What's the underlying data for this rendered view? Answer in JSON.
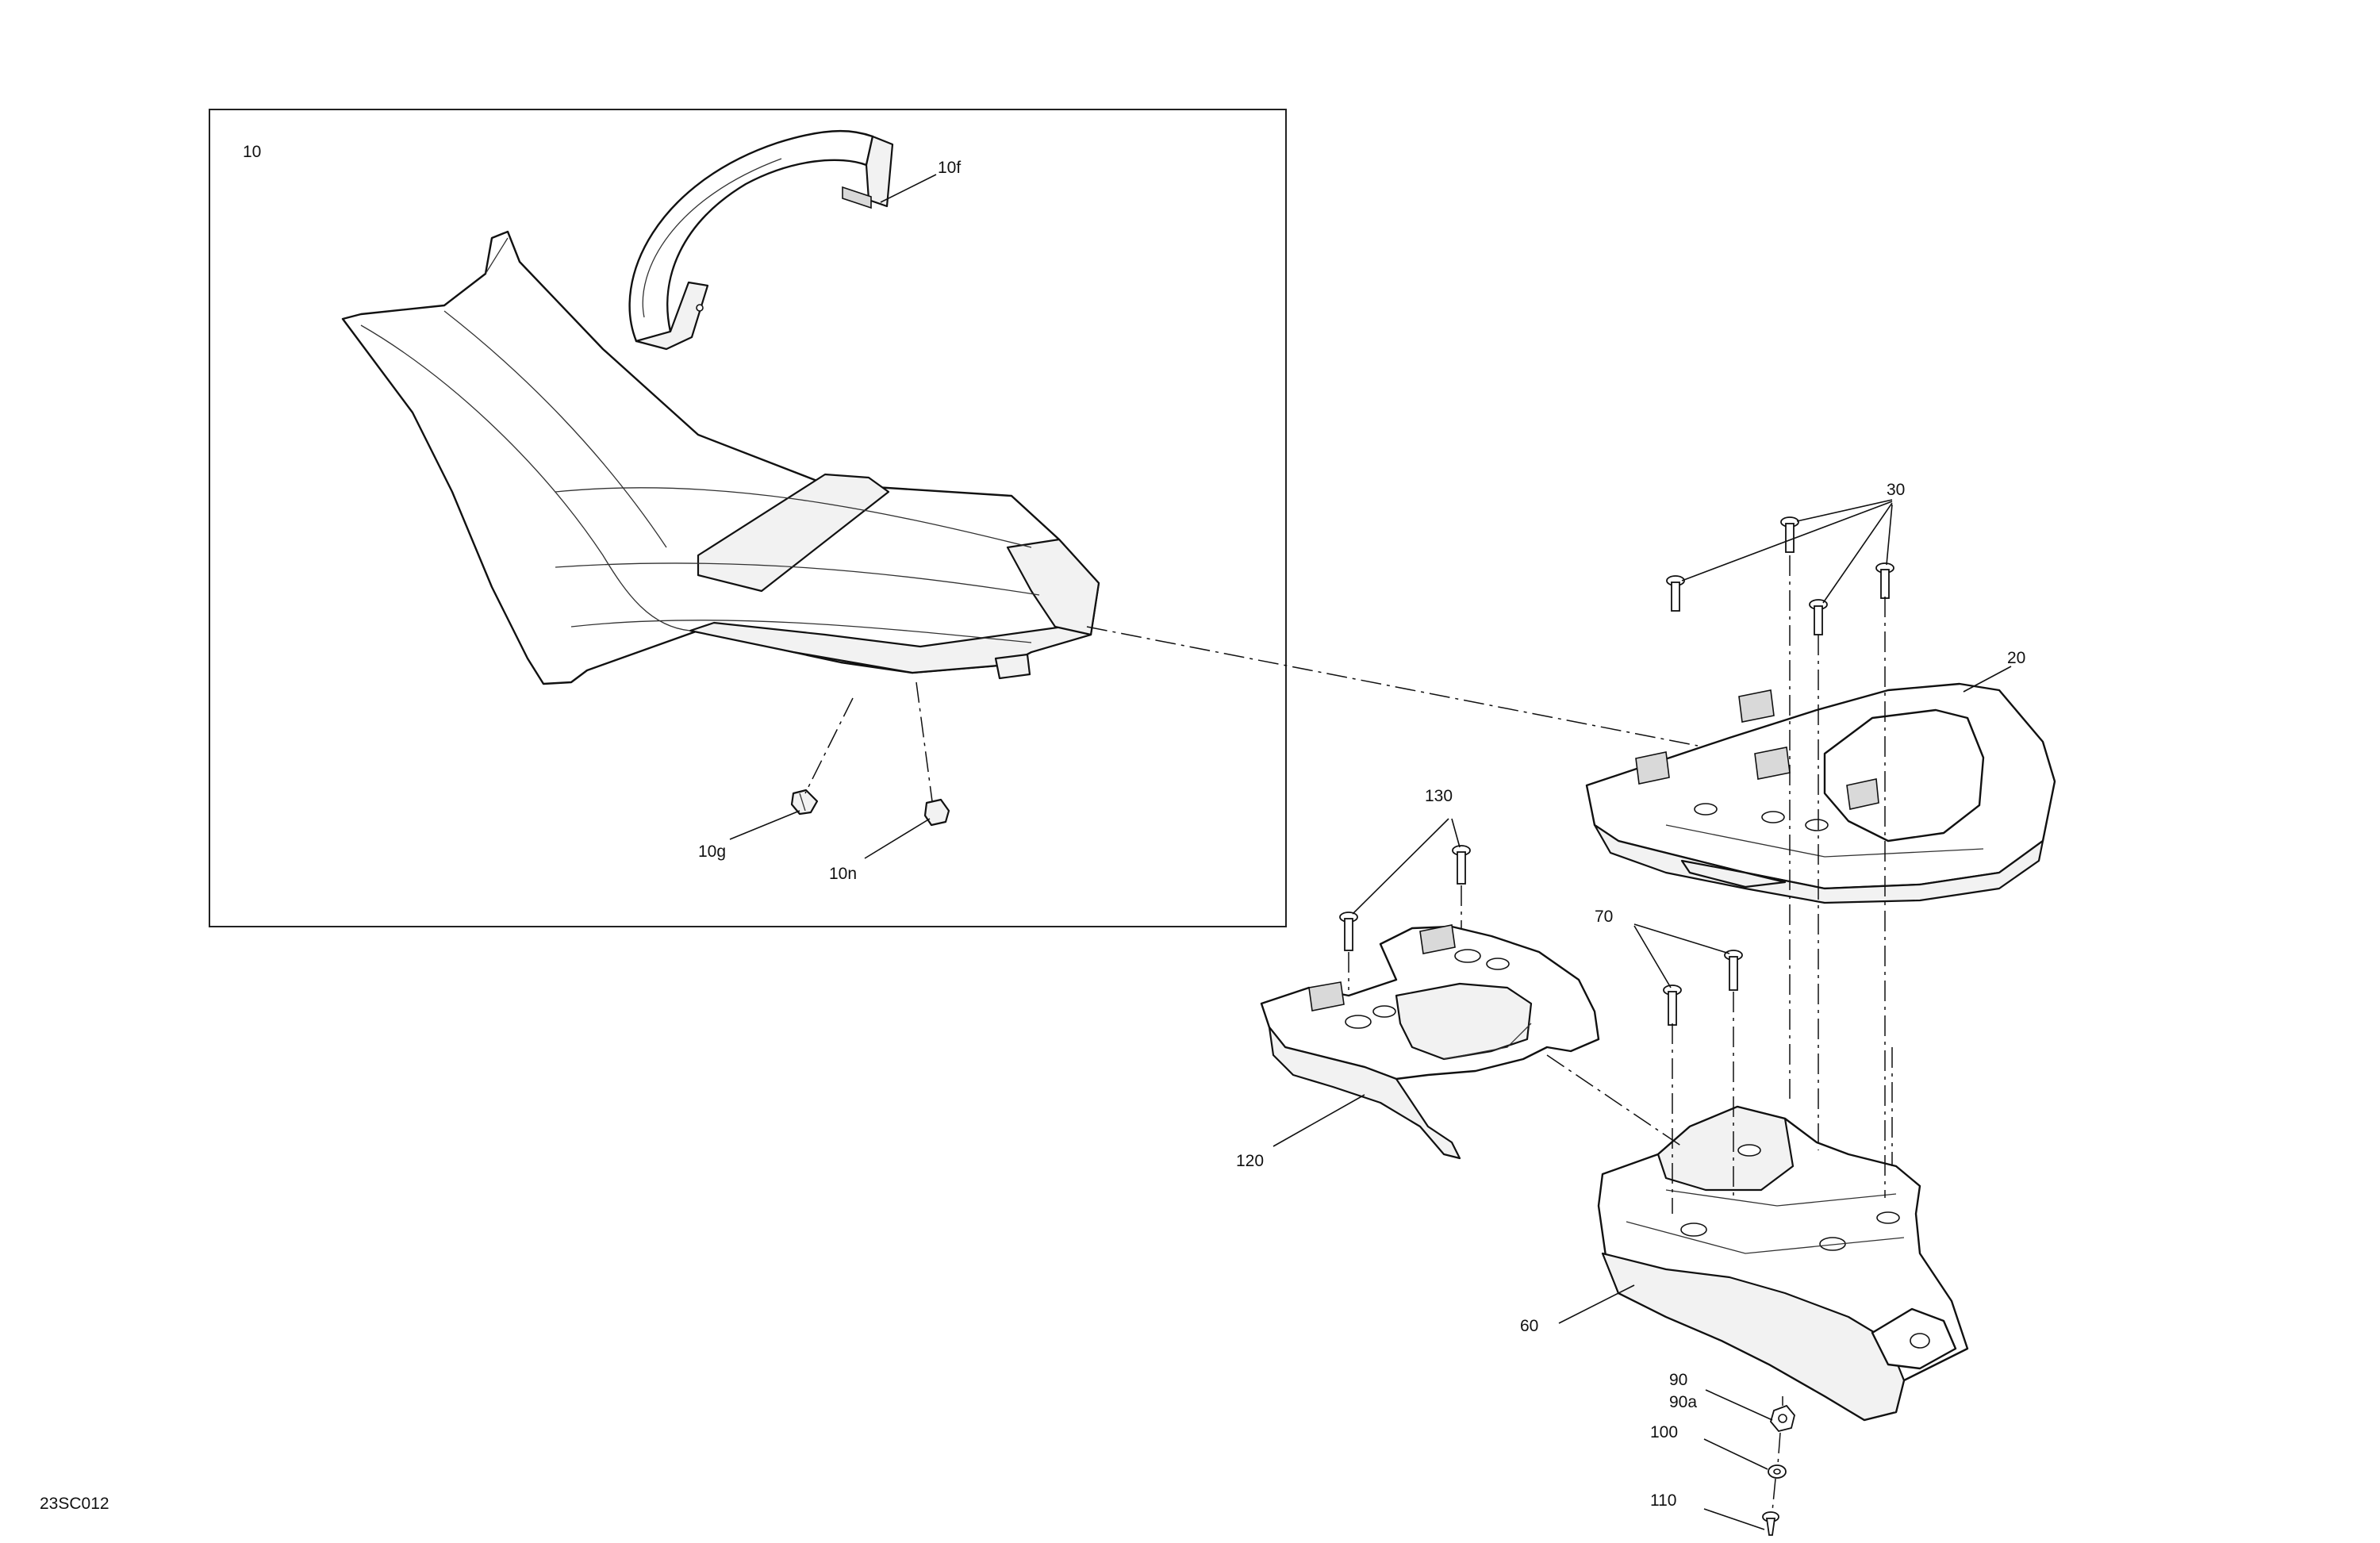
{
  "diagram": {
    "drawing_code": "23SC012",
    "callouts": [
      {
        "id": "10",
        "label": "10"
      },
      {
        "id": "10f",
        "label": "10f"
      },
      {
        "id": "10g",
        "label": "10g"
      },
      {
        "id": "10n",
        "label": "10n"
      },
      {
        "id": "20",
        "label": "20"
      },
      {
        "id": "30",
        "label": "30"
      },
      {
        "id": "60",
        "label": "60"
      },
      {
        "id": "70",
        "label": "70"
      },
      {
        "id": "90",
        "label": "90"
      },
      {
        "id": "90a",
        "label": "90a"
      },
      {
        "id": "100",
        "label": "100"
      },
      {
        "id": "110",
        "label": "110"
      },
      {
        "id": "120",
        "label": "120"
      },
      {
        "id": "130",
        "label": "130"
      }
    ],
    "parts": [
      {
        "id": "seat",
        "icon": "seat-icon"
      },
      {
        "id": "seat-strap",
        "icon": "strap-icon"
      },
      {
        "id": "rear-grab-handle",
        "icon": "grab-handle-icon"
      },
      {
        "id": "seat-support-bracket",
        "icon": "bracket-icon"
      },
      {
        "id": "storage-tray",
        "icon": "tray-icon"
      }
    ]
  }
}
